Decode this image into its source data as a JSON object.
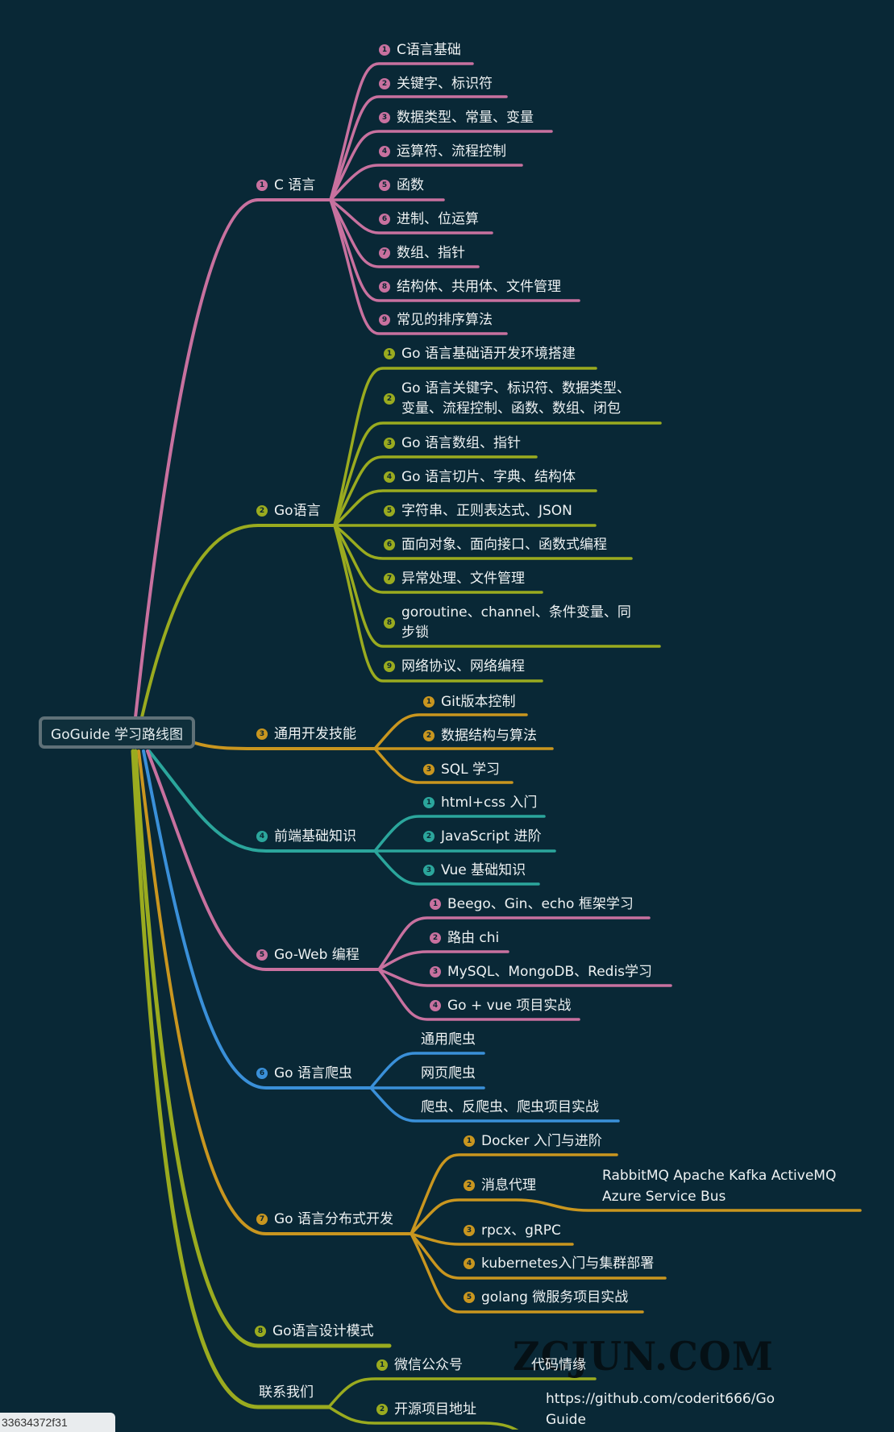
{
  "root": {
    "label": "GoGuide 学习路线图"
  },
  "colors": {
    "background": "#092836",
    "pink": "#c8719f",
    "olive": "#9aab1f",
    "gold": "#c9961f",
    "teal": "#2ba69c",
    "blue": "#3a90d9"
  },
  "topics": [
    {
      "num": "1",
      "label": "C 语言",
      "color": "#c8719f",
      "children": [
        {
          "num": "1",
          "label": "C语言基础"
        },
        {
          "num": "2",
          "label": "关键字、标识符"
        },
        {
          "num": "3",
          "label": "数据类型、常量、变量"
        },
        {
          "num": "4",
          "label": "运算符、流程控制"
        },
        {
          "num": "5",
          "label": "函数"
        },
        {
          "num": "6",
          "label": "进制、位运算"
        },
        {
          "num": "7",
          "label": "数组、指针"
        },
        {
          "num": "8",
          "label": "结构体、共用体、文件管理"
        },
        {
          "num": "9",
          "label": "常见的排序算法"
        }
      ]
    },
    {
      "num": "2",
      "label": "Go语言",
      "color": "#9aab1f",
      "children": [
        {
          "num": "1",
          "label": "Go 语言基础语开发环境搭建"
        },
        {
          "num": "2",
          "label": "Go 语言关键字、标识符、数据类型、变量、流程控制、函数、数组、闭包"
        },
        {
          "num": "3",
          "label": "Go 语言数组、指针"
        },
        {
          "num": "4",
          "label": "Go 语言切片、字典、结构体"
        },
        {
          "num": "5",
          "label": "字符串、正则表达式、JSON"
        },
        {
          "num": "6",
          "label": "面向对象、面向接口、函数式编程"
        },
        {
          "num": "7",
          "label": "异常处理、文件管理"
        },
        {
          "num": "8",
          "label": "goroutine、channel、条件变量、同步锁"
        },
        {
          "num": "9",
          "label": "网络协议、网络编程"
        }
      ]
    },
    {
      "num": "3",
      "label": "通用开发技能",
      "color": "#c9961f",
      "children": [
        {
          "num": "1",
          "label": "Git版本控制"
        },
        {
          "num": "2",
          "label": "数据结构与算法"
        },
        {
          "num": "3",
          "label": "SQL 学习"
        }
      ]
    },
    {
      "num": "4",
      "label": "前端基础知识",
      "color": "#2ba69c",
      "children": [
        {
          "num": "1",
          "label": "html+css 入门"
        },
        {
          "num": "2",
          "label": "JavaScript 进阶"
        },
        {
          "num": "3",
          "label": "Vue 基础知识"
        }
      ]
    },
    {
      "num": "5",
      "label": "Go-Web 编程",
      "color": "#c8719f",
      "children": [
        {
          "num": "1",
          "label": "Beego、Gin、echo 框架学习"
        },
        {
          "num": "2",
          "label": "路由 chi"
        },
        {
          "num": "3",
          "label": "MySQL、MongoDB、Redis学习"
        },
        {
          "num": "4",
          "label": "Go + vue 项目实战"
        }
      ]
    },
    {
      "num": "6",
      "label": "Go 语言爬虫",
      "color": "#3a90d9",
      "children": [
        {
          "label": "通用爬虫"
        },
        {
          "label": "网页爬虫"
        },
        {
          "label": "爬虫、反爬虫、爬虫项目实战"
        }
      ]
    },
    {
      "num": "7",
      "label": "Go 语言分布式开发",
      "color": "#c9961f",
      "children": [
        {
          "num": "1",
          "label": "Docker 入门与进阶"
        },
        {
          "num": "2",
          "label": "消息代理",
          "note": [
            "RabbitMQ Apache Kafka ActiveMQ",
            "Azure Service Bus"
          ]
        },
        {
          "num": "3",
          "label": "rpcx、gRPC"
        },
        {
          "num": "4",
          "label": "kubernetes入门与集群部署"
        },
        {
          "num": "5",
          "label": "golang 微服务项目实战"
        }
      ]
    },
    {
      "num": "8",
      "label": "Go语言设计模式",
      "color": "#9aab1f",
      "children": []
    },
    {
      "label": "联系我们",
      "color": "#9aab1f",
      "children": [
        {
          "num": "1",
          "label": "微信公众号",
          "note": [
            "代码情缘"
          ]
        },
        {
          "num": "2",
          "label": "开源项目地址",
          "note": [
            "https://github.com/coderit666/Go",
            "Guide"
          ]
        }
      ]
    }
  ],
  "watermark": "ZCJUN.COM",
  "id_box": "33634372f31"
}
